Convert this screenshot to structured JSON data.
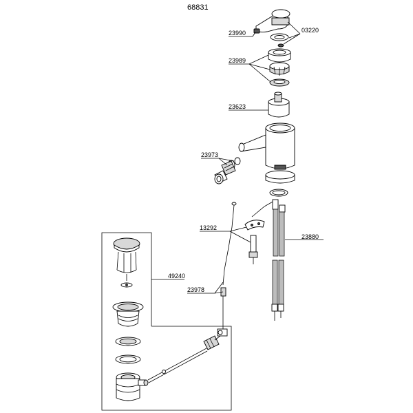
{
  "diagram": {
    "title": "68831",
    "labels": {
      "handle_pin": "23990",
      "handle_set": "03220",
      "cap_nut_set": "23989",
      "cartridge": "23623",
      "aerator": "23973",
      "mount_kit": "13292",
      "hoses": "23880",
      "waste": "49240",
      "rod": "23978"
    }
  }
}
